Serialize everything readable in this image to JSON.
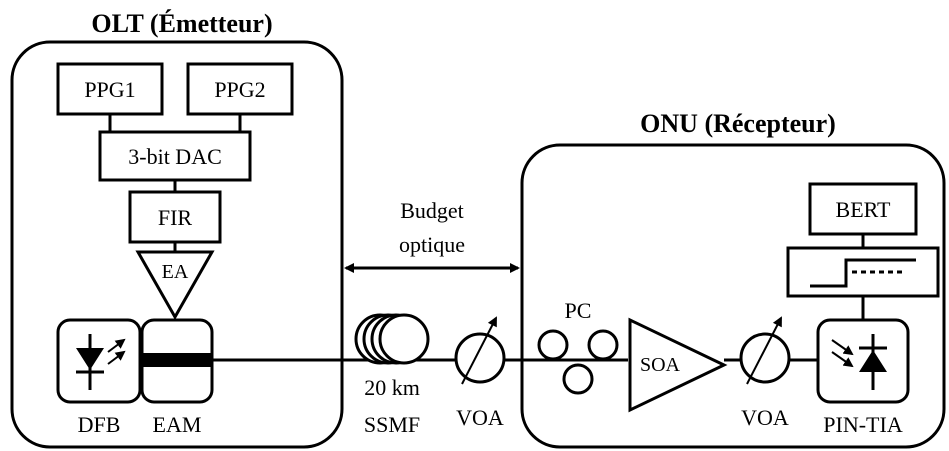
{
  "olt": {
    "title": "OLT (Émetteur)",
    "ppg1": "PPG1",
    "ppg2": "PPG2",
    "dac": "3-bit DAC",
    "fir": "FIR",
    "ea": "EA",
    "dfb": "DFB",
    "eam": "EAM"
  },
  "link": {
    "budget_line1": "Budget",
    "budget_line2": "optique",
    "fiber_length": "20 km",
    "fiber_type": "SSMF",
    "voa": "VOA"
  },
  "onu": {
    "title": "ONU (Récepteur)",
    "pc": "PC",
    "soa": "SOA",
    "voa": "VOA",
    "bert": "BERT",
    "pin_tia": "PIN-TIA"
  }
}
